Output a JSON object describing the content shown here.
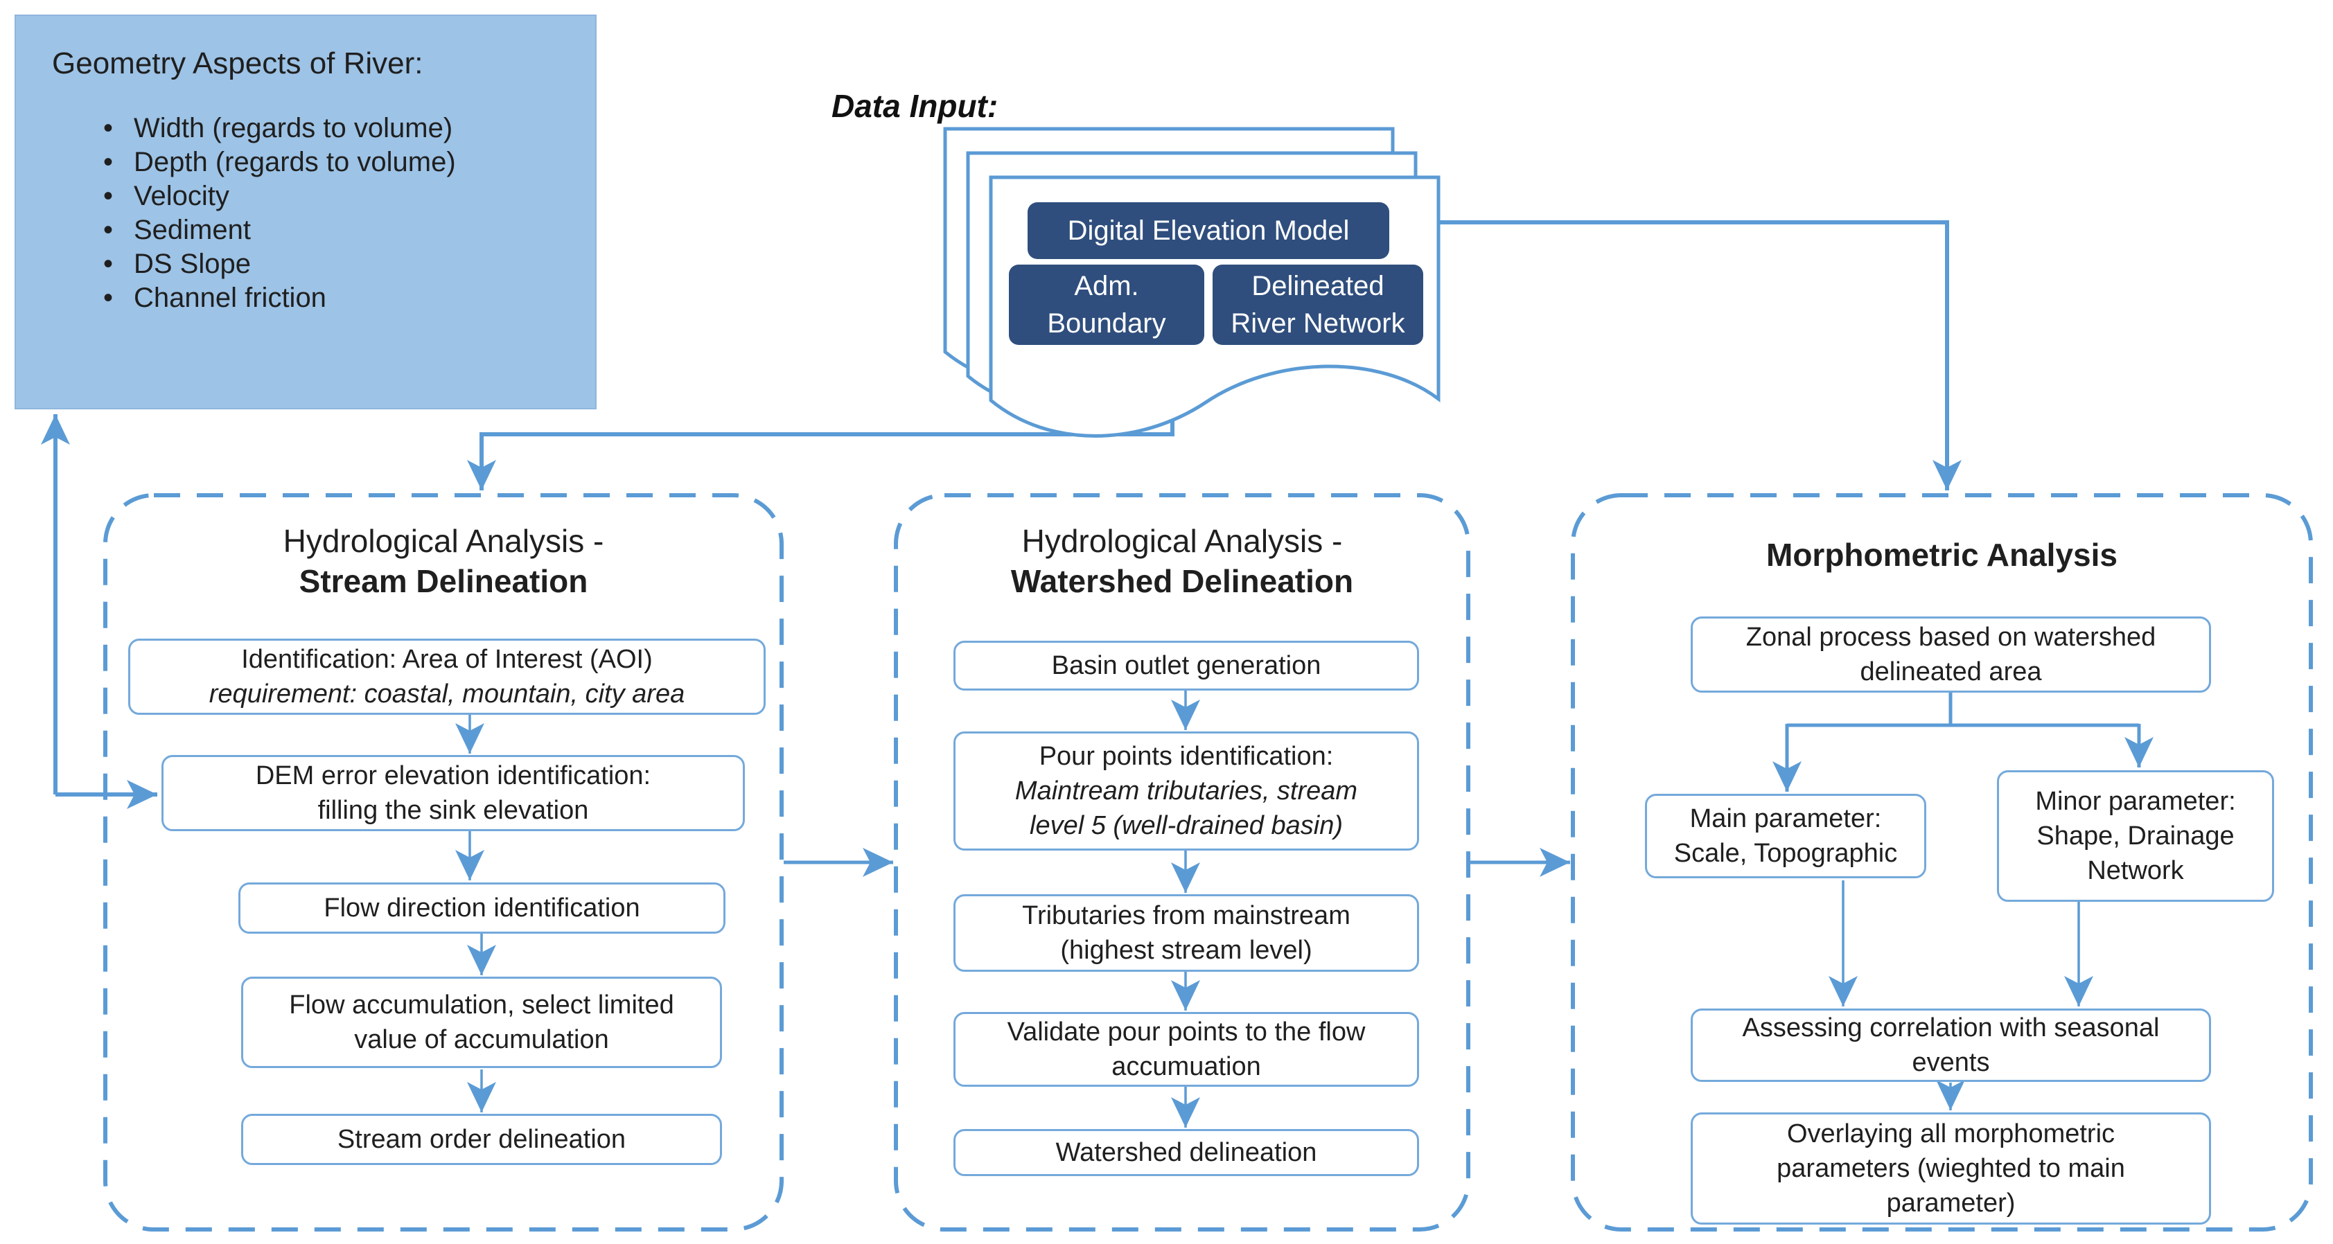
{
  "colors": {
    "accent": "#5B9BD5",
    "dark_chip": "#2F4E7D",
    "panel_fill": "#9DC3E6",
    "text": "#1f1f1f"
  },
  "geometry_panel": {
    "title": "Geometry Aspects of River:",
    "bullets": [
      "Width (regards to volume)",
      "Depth (regards to volume)",
      "Velocity",
      "Sediment",
      "DS Slope",
      "Channel friction"
    ]
  },
  "data_input": {
    "label": "Data Input:",
    "chips": {
      "dem": "Digital Elevation Model",
      "adm_line1": "Adm.",
      "adm_line2": "Boundary",
      "riv_line1": "Delineated",
      "riv_line2": "River Network"
    }
  },
  "stream": {
    "title_line1": "Hydrological Analysis -",
    "title_line2": "Stream Delineation",
    "steps": {
      "identification": {
        "line1": "Identification: Area of Interest (AOI)",
        "line2": "requirement: coastal, mountain, city area"
      },
      "dem_error": {
        "line1": "DEM error elevation identification:",
        "line2": "filling the sink elevation"
      },
      "flow_direction": {
        "line1": "Flow direction identification"
      },
      "flow_accumulation": {
        "line1": "Flow accumulation, select limited",
        "line2": "value of accumulation"
      },
      "stream_order": {
        "line1": "Stream order delineation"
      }
    }
  },
  "watershed": {
    "title_line1": "Hydrological Analysis -",
    "title_line2": "Watershed Delineation",
    "steps": {
      "basin_outlet": {
        "line1": "Basin outlet generation"
      },
      "pour_points": {
        "line1": "Pour points identification:",
        "line2": "Maintream tributaries, stream",
        "line3": "level 5 (well-drained basin)"
      },
      "tributaries": {
        "line1": "Tributaries from mainstream",
        "line2": "(highest stream level)"
      },
      "validate": {
        "line1": "Validate pour points to the flow",
        "line2": "accumuation"
      },
      "watershed_delineation": {
        "line1": "Watershed delineation"
      }
    }
  },
  "morphometric": {
    "title": "Morphometric Analysis",
    "steps": {
      "zonal": {
        "line1": "Zonal process based on watershed",
        "line2": "delineated area"
      },
      "main_param": {
        "line1": "Main parameter:",
        "line2": "Scale, Topographic"
      },
      "minor_param": {
        "line1": "Minor parameter:",
        "line2": "Shape, Drainage",
        "line3": "Network"
      },
      "assessing": {
        "line1": "Assessing correlation with seasonal",
        "line2": "events"
      },
      "overlaying": {
        "line1": "Overlaying all morphometric",
        "line2": "parameters (wieghted to main",
        "line3": "parameter)"
      }
    }
  }
}
